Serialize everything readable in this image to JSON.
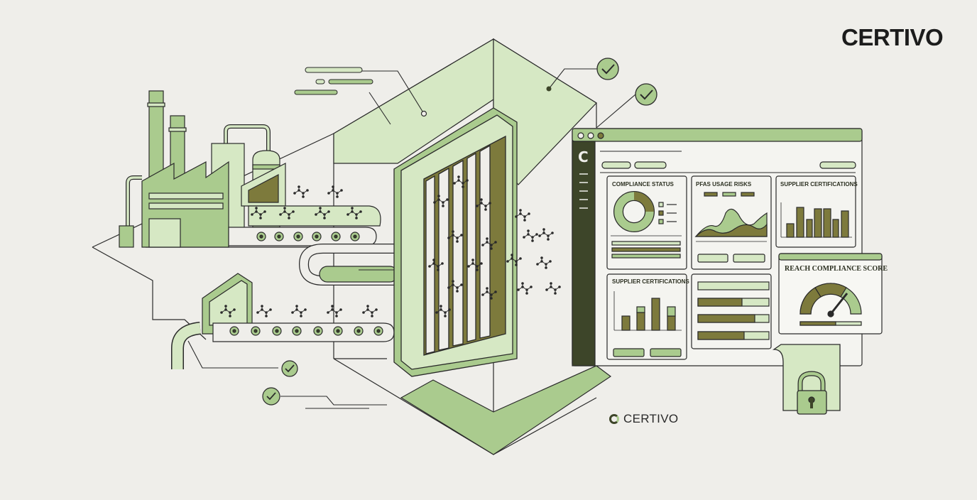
{
  "brand": {
    "name_top": "CERTIVO",
    "name_footer": "CERTIVO"
  },
  "dashboard": {
    "panels": {
      "compliance_status": "COMPLIANCE STATUS",
      "pfas_usage_risks": "PFAS USAGE RISKS",
      "supplier_certifications_top": "SUPPLIER CERTIFICATIONS",
      "supplier_certifications_bottom": "SUPPLIER CERTIFICATIONS",
      "reach_compliance_score": "REACH COMPLIANCE SCORE"
    }
  },
  "icons": [
    "factory-icon",
    "conveyor-icon",
    "molecule-icon",
    "filter-icon",
    "checkmark-icon",
    "padlock-icon",
    "gauge-icon",
    "donut-chart-icon",
    "bar-chart-icon",
    "area-chart-icon"
  ],
  "colors": {
    "background": "#efeeea",
    "light_green": "#d6e8c4",
    "mid_green": "#aacb8e",
    "olive": "#7d7a3c",
    "dark_olive": "#3d4529",
    "ink": "#222222"
  }
}
